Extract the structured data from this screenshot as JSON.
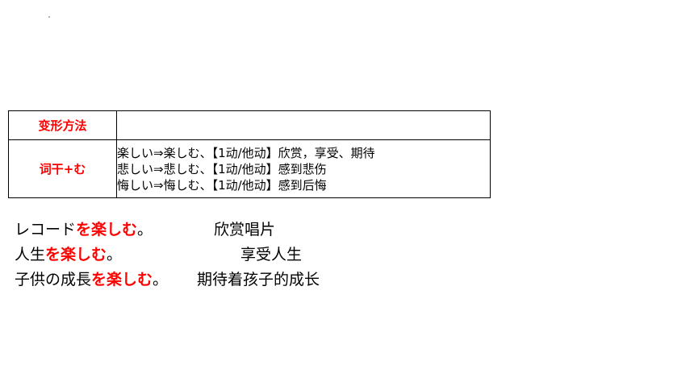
{
  "table": {
    "rows": [
      {
        "label": "变形方法",
        "lines": []
      },
      {
        "label": "词干+む",
        "lines": [
          "楽しい⇒楽しむ、【1动/他动】欣赏，享受、期待",
          "悲しい⇒悲しむ、【1动/他动】感到悲伤",
          "悔しい⇒悔しむ、【1动/他动】感到后悔"
        ]
      }
    ]
  },
  "sentences": [
    {
      "plain": "レコード",
      "emphasis": "を楽しむ",
      "end": "。",
      "translation": "欣赏唱片"
    },
    {
      "plain": "人生",
      "emphasis": "を楽しむ",
      "end": "。",
      "translation": "享受人生"
    },
    {
      "plain": "子供の成長",
      "emphasis": "を楽しむ",
      "end": "。",
      "translation": "期待着孩子的成长"
    }
  ],
  "colors": {
    "emphasis": "#ff0000",
    "text": "#000000",
    "border": "#000000"
  }
}
